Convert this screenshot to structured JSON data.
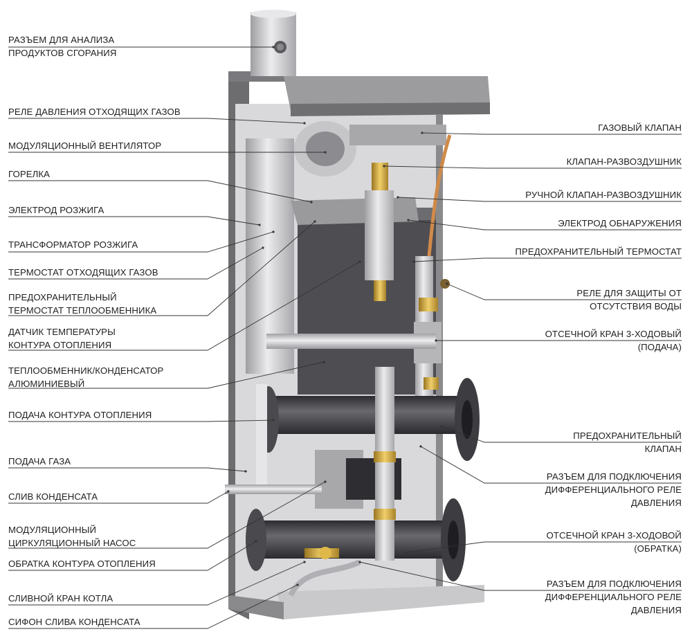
{
  "colors": {
    "casing": "#8e8e90",
    "casing_dark": "#5f5f62",
    "pipe": "#c9c9cc",
    "black_pipe": "#3a3a3e",
    "brass": "#c8a042",
    "copper": "#d08a4a",
    "leader": "#333333",
    "text": "#1f1f1f"
  },
  "left_labels": [
    {
      "id": "flue-analysis-port",
      "lines": [
        "РАЗЪЕМ ДЛЯ АНАЛИЗА",
        "ПРОДУКТОВ СГОРАНИЯ"
      ]
    },
    {
      "id": "flue-pressure-switch",
      "lines": [
        "РЕЛЕ ДАВЛЕНИЯ ОТХОДЯЩИХ ГАЗОВ"
      ]
    },
    {
      "id": "modulating-fan",
      "lines": [
        "МОДУЛЯЦИОННЫЙ ВЕНТИЛЯТОР"
      ]
    },
    {
      "id": "burner",
      "lines": [
        "ГОРЕЛКА"
      ]
    },
    {
      "id": "ignition-electrode",
      "lines": [
        "ЭЛЕКТРОД РОЗЖИГА"
      ]
    },
    {
      "id": "ignition-transformer",
      "lines": [
        "ТРАНСФОРМАТОР РОЗЖИГА"
      ]
    },
    {
      "id": "flue-thermostat",
      "lines": [
        "ТЕРМОСТАТ ОТХОДЯЩИХ ГАЗОВ"
      ]
    },
    {
      "id": "hx-safety-thermostat",
      "lines": [
        "ПРЕДОХРАНИТЕЛЬНЫЙ",
        "ТЕРМОСТАТ ТЕПЛООБМЕННИКА"
      ]
    },
    {
      "id": "heating-temp-sensor",
      "lines": [
        "ДАТЧИК ТЕМПЕРАТУРЫ",
        "КОНТУРА ОТОПЛЕНИЯ"
      ]
    },
    {
      "id": "heat-exchanger",
      "lines": [
        "ТЕПЛООБМЕННИК/КОНДЕНСАТОР",
        "АЛЮМИНИЕВЫЙ"
      ]
    },
    {
      "id": "heating-supply",
      "lines": [
        "ПОДАЧА КОНТУРА ОТОПЛЕНИЯ"
      ]
    },
    {
      "id": "gas-supply",
      "lines": [
        "ПОДАЧА ГАЗА"
      ]
    },
    {
      "id": "condensate-drain",
      "lines": [
        "СЛИВ КОНДЕНСАТА"
      ]
    },
    {
      "id": "circulation-pump",
      "lines": [
        "МОДУЛЯЦИОННЫЙ",
        "ЦИРКУЛЯЦИОННЫЙ НАСОС"
      ]
    },
    {
      "id": "heating-return",
      "lines": [
        "ОБРАТКА КОНТУРА ОТОПЛЕНИЯ"
      ]
    },
    {
      "id": "boiler-drain-valve",
      "lines": [
        "СЛИВНОЙ КРАН КОТЛА"
      ]
    },
    {
      "id": "condensate-siphon",
      "lines": [
        "СИФОН СЛИВА КОНДЕНСАТА"
      ]
    }
  ],
  "right_labels": [
    {
      "id": "gas-valve",
      "lines": [
        "ГАЗОВЫЙ КЛАПАН"
      ]
    },
    {
      "id": "air-vent-valve",
      "lines": [
        "КЛАПАН-РАЗВОЗДУШНИК"
      ]
    },
    {
      "id": "manual-air-vent",
      "lines": [
        "РУЧНОЙ КЛАПАН-РАЗВОЗДУШНИК"
      ]
    },
    {
      "id": "detection-electrode",
      "lines": [
        "ЭЛЕКТРОД ОБНАРУЖЕНИЯ"
      ]
    },
    {
      "id": "safety-thermostat",
      "lines": [
        "ПРЕДОХРАНИТЕЛЬНЫЙ ТЕРМОСТАТ"
      ]
    },
    {
      "id": "low-water-relay",
      "lines": [
        "РЕЛЕ ДЛЯ ЗАЩИТЫ ОТ",
        "ОТСУТСТВИЯ ВОДЫ"
      ]
    },
    {
      "id": "shutoff-valve-supply",
      "lines": [
        "ОТСЕЧНОЙ КРАН  3-ХОДОВЫЙ",
        "(ПОДАЧА)"
      ]
    },
    {
      "id": "safety-valve",
      "lines": [
        "ПРЕДОХРАНИТЕЛЬНЫЙ",
        "КЛАПАН"
      ]
    },
    {
      "id": "diff-pressure-port-1",
      "lines": [
        "РАЗЪЕМ ДЛЯ ПОДКЛЮЧЕНИЯ",
        "ДИФФЕРЕНЦИАЛЬНОГО РЕЛЕ",
        "ДАВЛЕНИЯ"
      ]
    },
    {
      "id": "shutoff-valve-return",
      "lines": [
        "ОТСЕЧНОЙ КРАН 3-ХОДОВОЙ",
        "(ОБРАТКА)"
      ]
    },
    {
      "id": "diff-pressure-port-2",
      "lines": [
        "РАЗЪЕМ ДЛЯ ПОДКЛЮЧЕНИЯ",
        "ДИФФЕРЕНЦИАЛЬНОГО РЕЛЕ",
        "ДАВЛЕНИЯ"
      ]
    }
  ]
}
